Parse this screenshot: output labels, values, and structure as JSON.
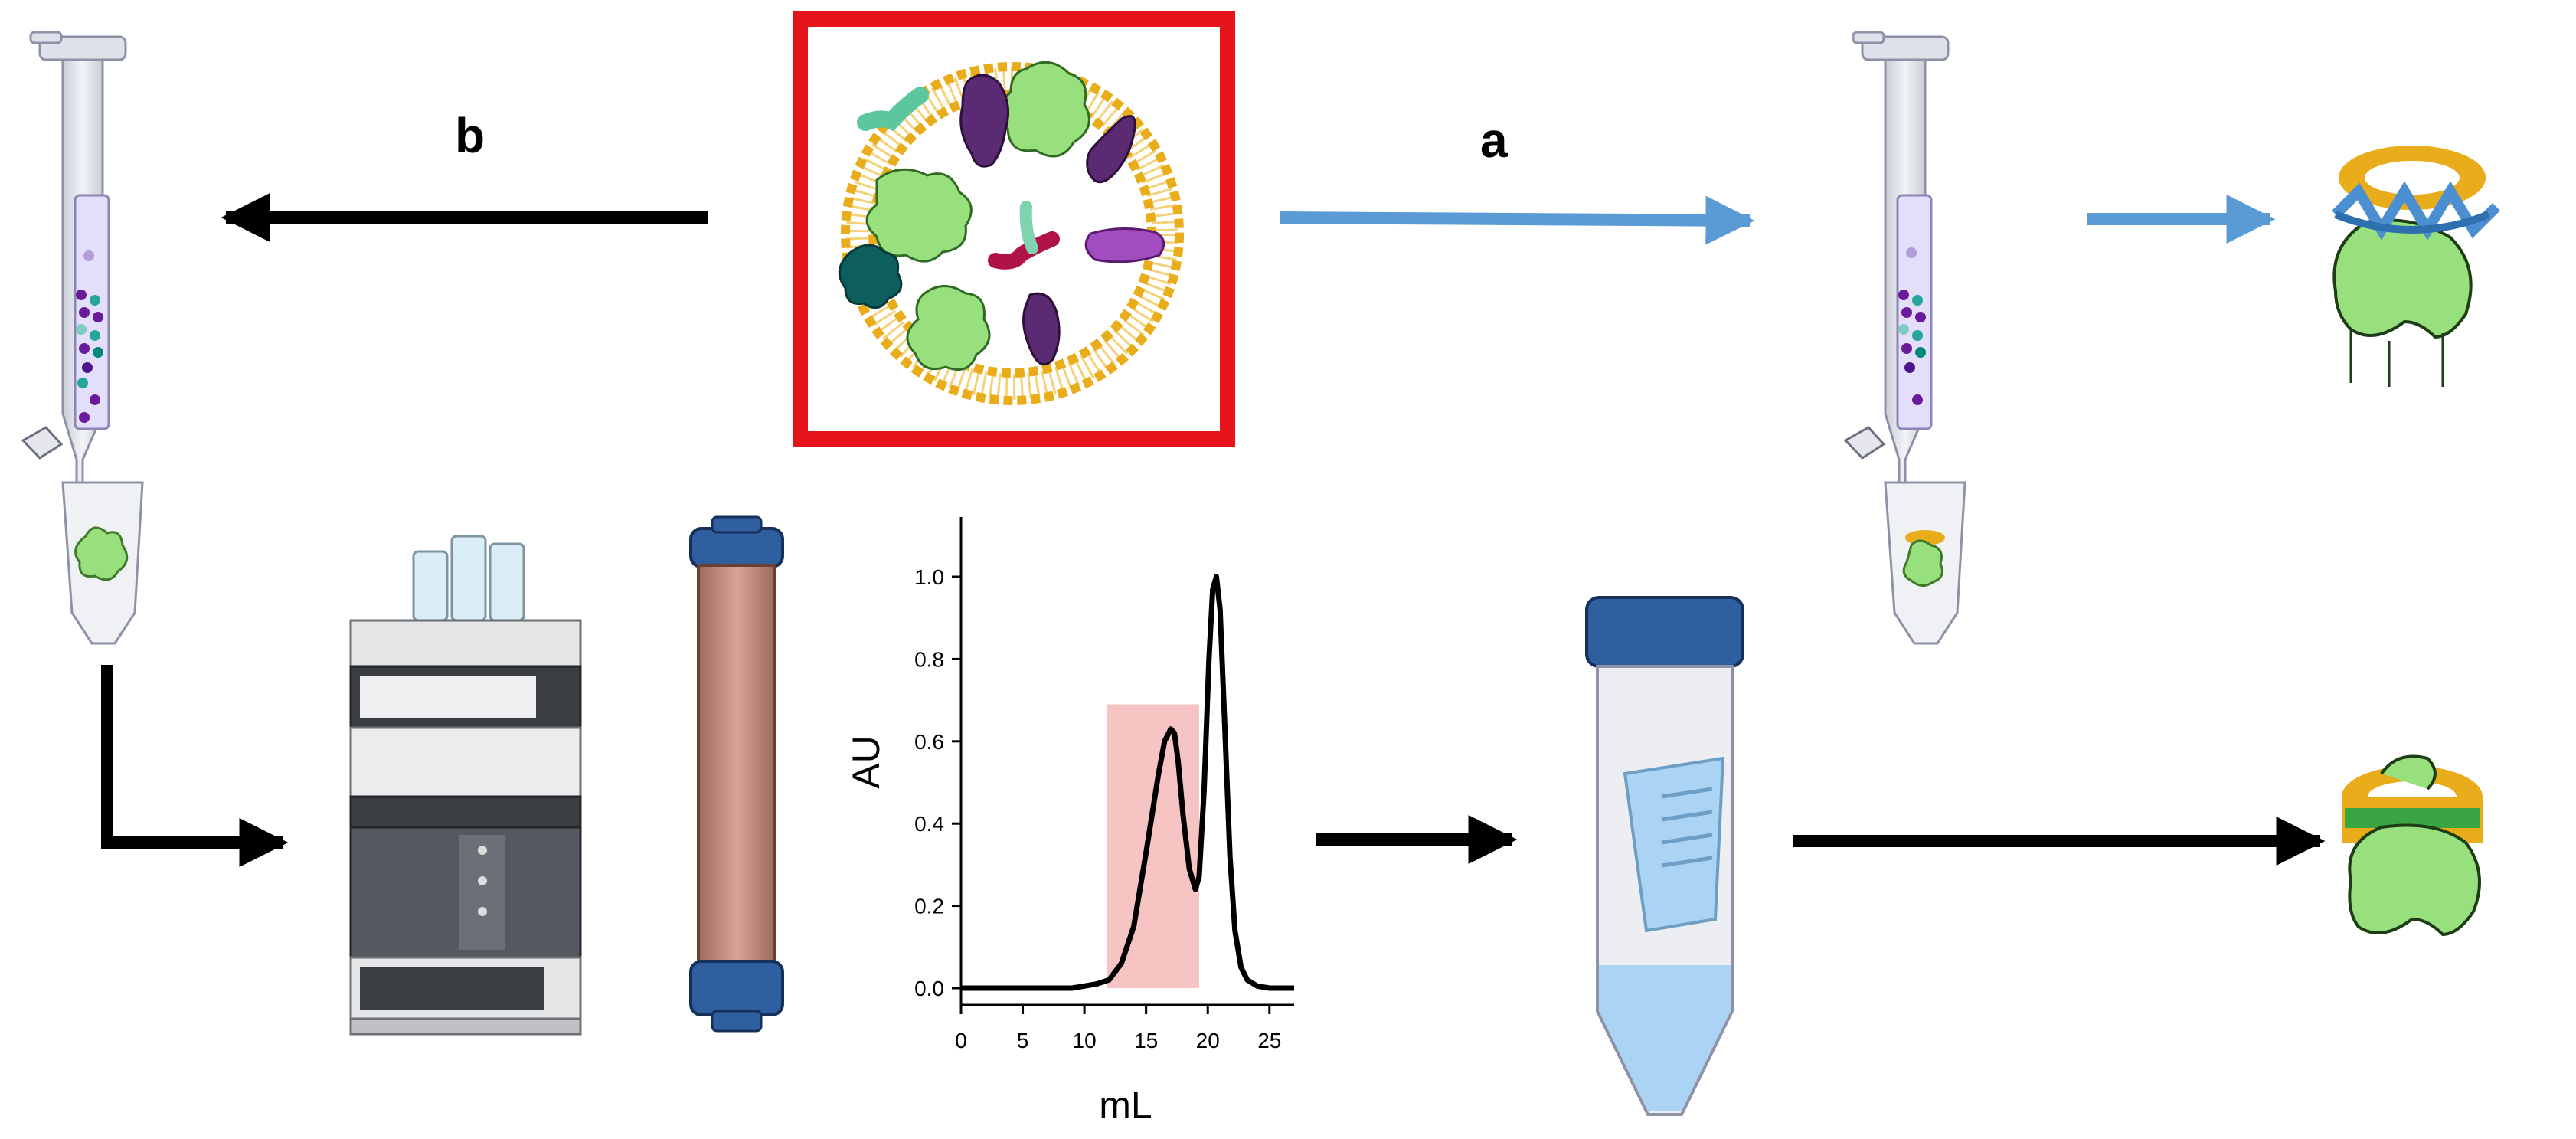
{
  "labels": {
    "path_b": "b",
    "path_a": "a"
  },
  "chart_data": {
    "type": "line",
    "title": "",
    "xlabel": "mL",
    "ylabel": "AU",
    "xlim": [
      0,
      27
    ],
    "ylim": [
      0,
      1.1
    ],
    "xticks": [
      0,
      5,
      10,
      15,
      20,
      25
    ],
    "yticks": [
      0.0,
      0.2,
      0.4,
      0.6,
      0.8,
      1.0
    ],
    "ytick_labels": [
      "0.0",
      "0.2",
      "0.4",
      "0.6",
      "0.8",
      "1.0"
    ],
    "highlight_band": {
      "x_start": 11.8,
      "x_end": 19.3,
      "y_top": 0.69,
      "color": "#f5b5b5"
    },
    "series": [
      {
        "x": [
          0,
          3,
          6,
          9,
          10,
          11,
          12,
          13,
          14,
          15,
          16,
          16.5,
          17,
          17.3,
          17.6,
          18,
          18.5,
          19,
          19.3,
          19.7,
          20.1,
          20.4,
          20.7,
          21,
          21.4,
          21.8,
          22.2,
          22.7,
          23.2,
          24,
          25,
          26,
          27
        ],
        "y": [
          0.0,
          0.0,
          0.0,
          0.0,
          0.005,
          0.01,
          0.02,
          0.06,
          0.15,
          0.33,
          0.52,
          0.6,
          0.63,
          0.62,
          0.55,
          0.42,
          0.29,
          0.24,
          0.27,
          0.48,
          0.8,
          0.97,
          1.0,
          0.92,
          0.62,
          0.32,
          0.14,
          0.05,
          0.02,
          0.005,
          0.0,
          0.0,
          0.0
        ]
      }
    ]
  },
  "colors": {
    "red_frame": "#e8141b",
    "blue_arrow": "#5b9bd5",
    "black_arrow": "#000000",
    "lipid": "#e9ad1c",
    "protein_green": "#98e07e",
    "protein_purple": "#5a2a72",
    "cap_blue": "#2f5f9e",
    "column_copper": "#c08878"
  },
  "icons": [
    "spin-column-icon",
    "liposome-icon",
    "hplc-system-icon",
    "sec-column-icon",
    "conical-tube-icon",
    "nanodisc-protein-icon",
    "saposin-protein-icon"
  ]
}
